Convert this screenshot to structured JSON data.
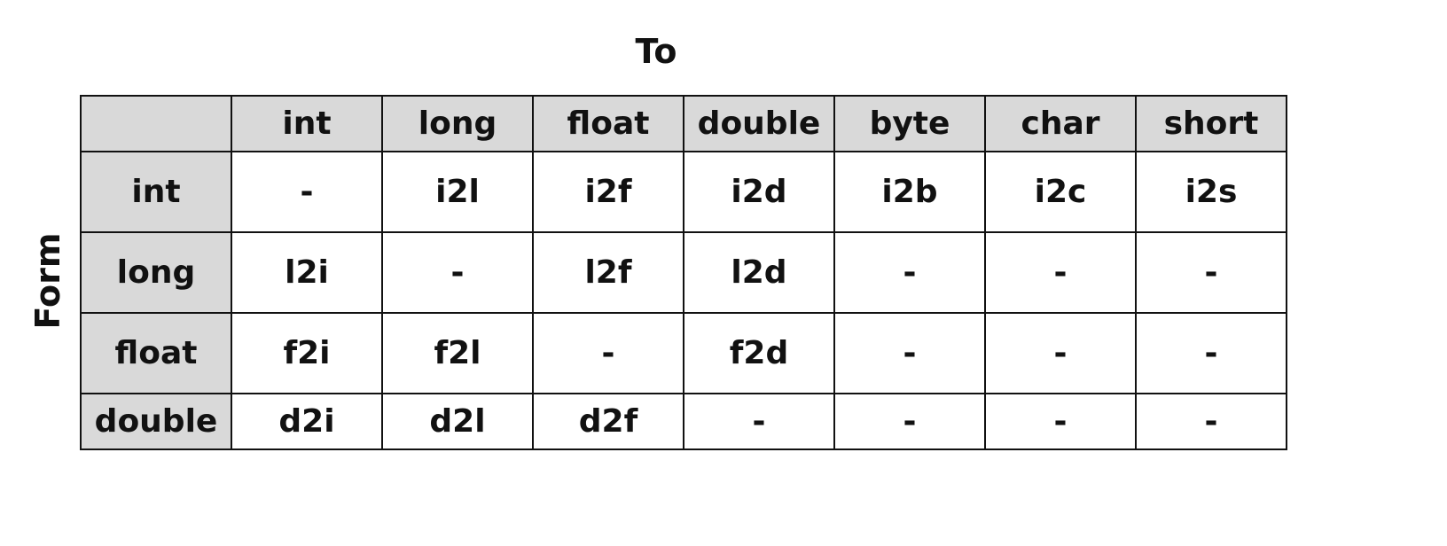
{
  "axis_labels": {
    "to": "To",
    "from": "Form"
  },
  "table": {
    "corner": "",
    "columns": [
      "int",
      "long",
      "float",
      "double",
      "byte",
      "char",
      "short"
    ],
    "rows": [
      {
        "label": "int",
        "cells": [
          "-",
          "i2l",
          "i2f",
          "i2d",
          "i2b",
          "i2c",
          "i2s"
        ]
      },
      {
        "label": "long",
        "cells": [
          "l2i",
          "-",
          "l2f",
          "l2d",
          "-",
          "-",
          "-"
        ]
      },
      {
        "label": "float",
        "cells": [
          "f2i",
          "f2l",
          "-",
          "f2d",
          "-",
          "-",
          "-"
        ]
      },
      {
        "label": "double",
        "cells": [
          "d2i",
          "d2l",
          "d2f",
          "-",
          "-",
          "-",
          "-"
        ]
      }
    ]
  },
  "colors": {
    "header_bg": "#d9d9d9",
    "cell_bg": "#ffffff",
    "border": "#111111",
    "text": "#111111"
  }
}
